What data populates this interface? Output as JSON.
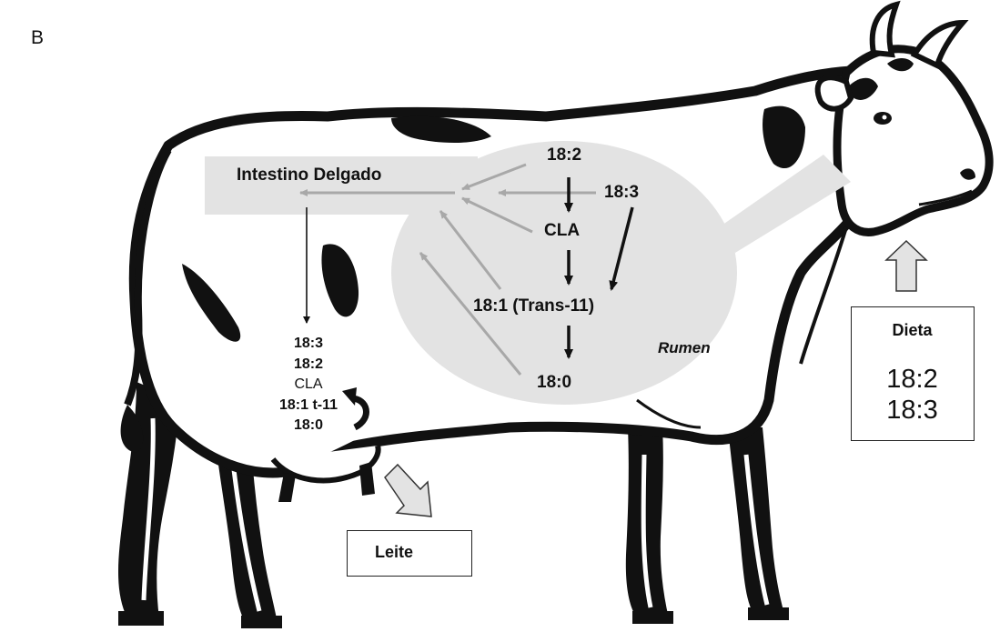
{
  "panel_label": "B",
  "small_intestine": "Intestino Delgado",
  "rumen": {
    "label": "Rumen",
    "fa_182": "18:2",
    "fa_183": "18:3",
    "cla": "CLA",
    "trans11": "18:1 (Trans-11)",
    "fa_180": "18:0"
  },
  "udder_list": [
    "18:3",
    "18:2",
    "CLA",
    "18:1 t-11",
    "18:0"
  ],
  "diet": {
    "title": "Dieta",
    "items": [
      "18:2",
      "18:3"
    ]
  },
  "milk": {
    "title": "Leite"
  },
  "colors": {
    "shade": "#e3e3e3",
    "grey_arrow": "#a8a8a8",
    "black": "#111111"
  }
}
